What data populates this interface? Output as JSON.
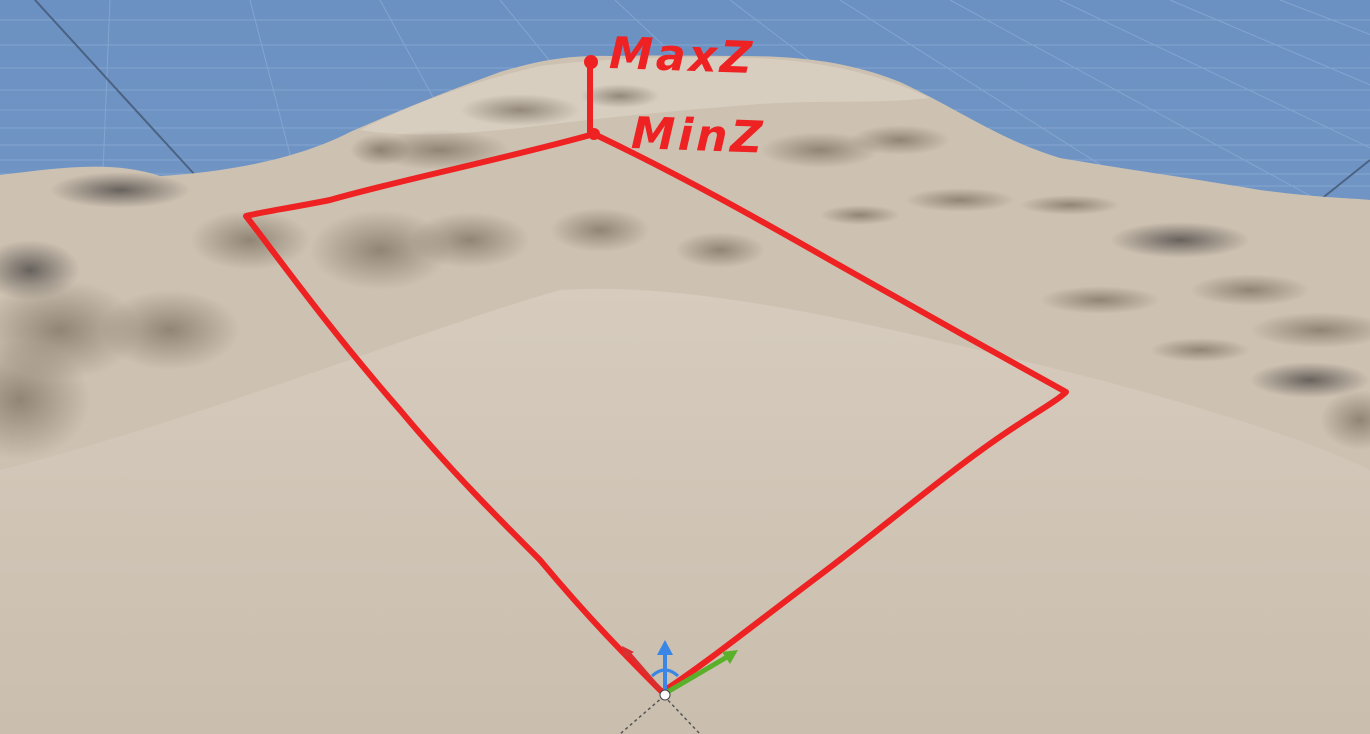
{
  "viewport": {
    "sky_color": "#7095c4",
    "grid_color": "#86a8d2",
    "terrain_color": "#cfc3b3",
    "terrain_shadow_color": "#8d8272",
    "ground_color": "#cec3b4"
  },
  "annotations": {
    "color": "#ee2222",
    "max_label": "MaxZ",
    "min_label": "MinZ",
    "outline": "region-outline"
  },
  "gizmo": {
    "z_axis_color": "#3a86e6",
    "y_axis_color": "#5ab02a",
    "x_axis_color": "#d83030",
    "pivot_color": "#ffffff"
  }
}
